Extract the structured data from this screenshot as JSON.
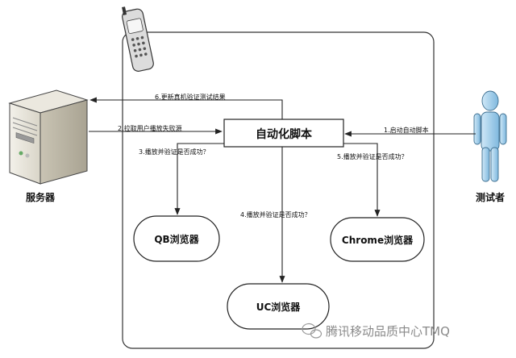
{
  "nodes": {
    "script": "自动化脚本",
    "qb": "QB浏览器",
    "chrome": "Chrome浏览器",
    "uc": "UC浏览器"
  },
  "actors": {
    "server": "服务器",
    "tester": "测试者"
  },
  "edges": {
    "e1": "1.启动自动脚本",
    "e2": "2.拉取用户播放失败源",
    "e3": "3.播放并验证是否成功？",
    "e4": "4.播放并验证是否成功？",
    "e5": "5.播放并验证是否成功？",
    "e6": "6.更新真机验证测试结果"
  },
  "watermark": "腾讯移动品质中心TMQ",
  "colors": {
    "line": "#222222",
    "frame": "#333333",
    "server_body": "#e9e6dc",
    "person": "#a9d3ee",
    "phone": "#d8d8d8"
  }
}
